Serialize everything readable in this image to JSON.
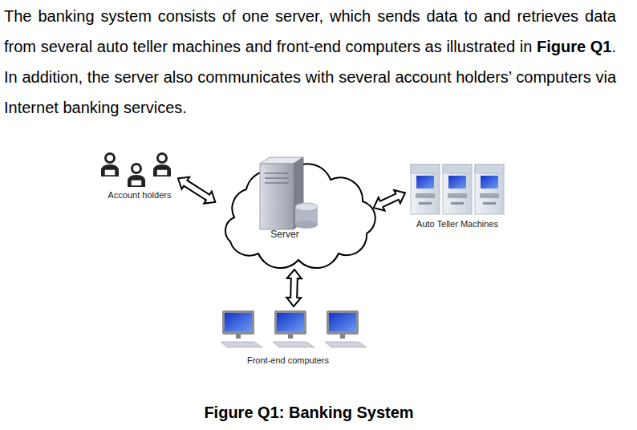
{
  "diagram": {
    "caption": "Figure Q1: Banking System",
    "nodes": [
      {
        "text": [
          "Account holders"
        ]
      },
      {
        "text": [
          "Server"
        ]
      },
      {
        "text": [
          "Auto Teller Machines"
        ]
      },
      {
        "text": [
          "Front-end computers"
        ]
      }
    ],
    "edges": [
      {
        "from": 0,
        "to": 1,
        "arrow": "both"
      },
      {
        "from": 1,
        "to": 2,
        "arrow": "both"
      },
      {
        "from": 1,
        "to": 3,
        "arrow": "both"
      }
    ],
    "labels": [
      "The banking system consists of one server, which sends data to and retrieves data from several auto teller machines and front-end computers as illustrated in",
      "Figure Q1",
      ". In addition, the server also communicates with several account holders’ computers via Internet banking services."
    ]
  }
}
